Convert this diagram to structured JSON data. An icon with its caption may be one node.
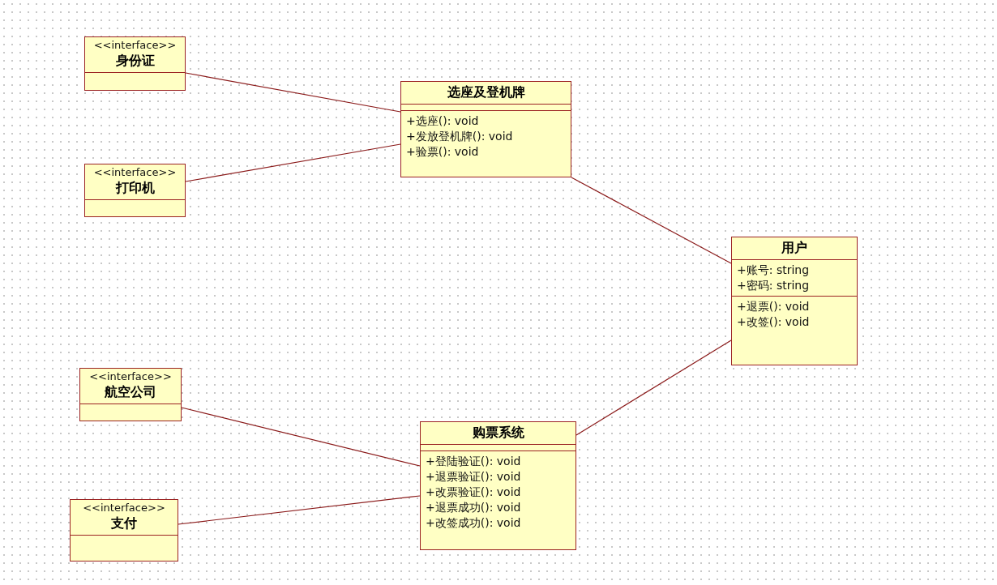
{
  "diagram": {
    "nodes": [
      {
        "text": [
          "<<interface>>",
          "身份证"
        ]
      },
      {
        "text": [
          "选座及登机牌",
          "+选座(): void",
          "+发放登机牌(): void",
          "+验票(): void"
        ]
      },
      {
        "text": [
          "<<interface>>",
          "打印机"
        ]
      },
      {
        "text": [
          "用户",
          "+账号: string",
          "+密码: string",
          "+退票(): void",
          "+改签(): void"
        ]
      },
      {
        "text": [
          "<<interface>>",
          "航空公司"
        ]
      },
      {
        "text": [
          "购票系统",
          "+登陆验证(): void",
          "+退票验证(): void",
          "+改票验证(): void",
          "+退票成功(): void",
          "+改签成功(): void"
        ]
      },
      {
        "text": [
          "<<interface>>",
          "支付"
        ]
      }
    ],
    "edges": [
      {
        "from": 0,
        "to": 1,
        "arrow": "none"
      },
      {
        "from": 2,
        "to": 1,
        "arrow": "none"
      },
      {
        "from": 1,
        "to": 3,
        "arrow": "none"
      },
      {
        "from": 4,
        "to": 5,
        "arrow": "none"
      },
      {
        "from": 6,
        "to": 5,
        "arrow": "none"
      },
      {
        "from": 5,
        "to": 3,
        "arrow": "none"
      }
    ]
  }
}
